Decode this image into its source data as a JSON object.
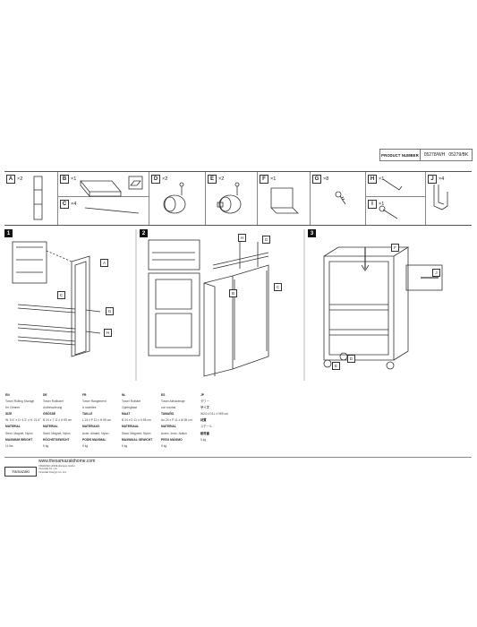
{
  "header": {
    "product_number_label": "PRODUCT NUMBER",
    "code_wh": "05278/WH",
    "code_bk": "05279/BK"
  },
  "parts": [
    {
      "letter": "A",
      "qty": "×2"
    },
    {
      "letter": "B",
      "qty": "×1"
    },
    {
      "letter": "C",
      "qty": "×4"
    },
    {
      "letter": "D",
      "qty": "×2"
    },
    {
      "letter": "E",
      "qty": "×2"
    },
    {
      "letter": "F",
      "qty": "×1"
    },
    {
      "letter": "G",
      "qty": "×8"
    },
    {
      "letter": "H",
      "qty": "×1"
    },
    {
      "letter": "I",
      "qty": "×1"
    },
    {
      "letter": "J",
      "qty": "×4"
    }
  ],
  "steps": [
    "1",
    "2",
    "3"
  ],
  "callouts": {
    "s1": [
      "A",
      "C",
      "G",
      "H"
    ],
    "s2": [
      "H",
      "G",
      "B",
      "C"
    ],
    "s3": [
      "F",
      "J",
      "E",
      "D"
    ]
  },
  "text_columns": [
    {
      "h": "EN",
      "lines": [
        "Tower Rolling Storage",
        "for Cleaner",
        "SIZE",
        "W: 9.4\" x D: 4.3\" x H: 21.6\"",
        "MATERIAL",
        "Steel, Magnet, Nylon",
        "MAXIMUM WEIGHT",
        "11 lbs"
      ]
    },
    {
      "h": "DE",
      "lines": [
        "Tower Rollbarer",
        "Aufbewahrung",
        "GRÖSSE",
        "B 24 x T 11 x H 55 cm",
        "MATERIAL",
        "Stahl, Magnet, Nylon",
        "HÖCHSTGEWICHT",
        "5 kg"
      ]
    },
    {
      "h": "FR",
      "lines": [
        "Tower Rangement",
        "à roulettes",
        "TAILLE",
        "L 24 x P 11 x H 55 cm",
        "MATÉRIAUX",
        "Acier, Aimant, Nylon",
        "POIDS MAXIMAL",
        "5 kg"
      ]
    },
    {
      "h": "NL",
      "lines": [
        "Tower Rolbare",
        "Opbergkast",
        "MAAT",
        "B 24 x D 11 x H 55 cm",
        "MATERIAAL",
        "Staal, Magneet, Nylon",
        "MAXIMAAL GEWICHT",
        "5 kg"
      ]
    },
    {
      "h": "ES",
      "lines": [
        "Tower Almacenaje",
        "con ruedas",
        "TAMAÑO",
        "An 24 x P 11 x Al 55 cm",
        "MATERIAL",
        "Acero, Imán, Nailon",
        "PESO MÁXIMO",
        "5 kg"
      ]
    },
    {
      "h": "JP",
      "lines": [
        "タワー",
        "サイズ",
        "W24 x D11 x H55 cm",
        "材質",
        "スチール",
        "耐荷重",
        "5 kg"
      ]
    }
  ],
  "footer": {
    "logo": "Yamazaki",
    "url": "www.thesamazakihome.com",
    "address_1": "YAMAZAKI HOME (Europe) GmbH",
    "address_2": "Yamazaki Co. Ltd.",
    "address_3": "Yamazaki Jitsugyo Co. Ltd."
  }
}
